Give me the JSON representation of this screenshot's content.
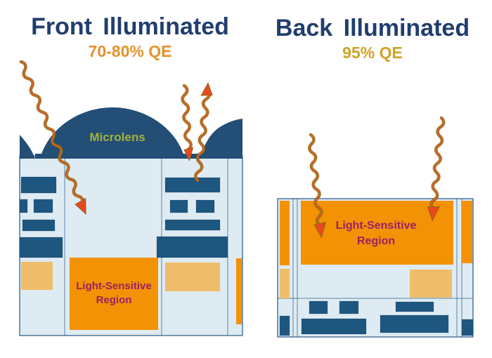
{
  "front": {
    "title": "Front Illuminated",
    "qe_label": "70-80% QE",
    "microlens_label": "Microlens",
    "region_label": "Light-Sensitive Region"
  },
  "back": {
    "title": "Back Illuminated",
    "qe_label": "95% QE",
    "region_label": "Light-Sensitive Region"
  },
  "icons": {
    "photon_arrow_diagonal": "wavy-photon-arrow-absorbed",
    "photon_arrow_incoming": "wavy-photon-arrow-incoming",
    "photon_arrow_reflected": "wavy-photon-arrow-reflected-out",
    "photon_arrow_back_left": "wavy-photon-arrow-into-sensitive-region-left",
    "photon_arrow_back_right": "wavy-photon-arrow-into-sensitive-region-right"
  },
  "colors": {
    "title-navy": "#203E6E",
    "qe-orange": "#E2922E",
    "qe-gold": "#CFA227",
    "dome-blue": "#234E75",
    "wiring-blue": "#1D567F",
    "body-blue": "#DEEBF2",
    "line-navy": "#35618F",
    "orange": "#F29204",
    "tan": "#EFBD6A",
    "magenta": "#9D2164",
    "olive": "#A2B23C",
    "squiggle-brown": "#806A14",
    "squiggle-orange": "#D95F1E",
    "arrowhead-red": "#E8491D"
  }
}
